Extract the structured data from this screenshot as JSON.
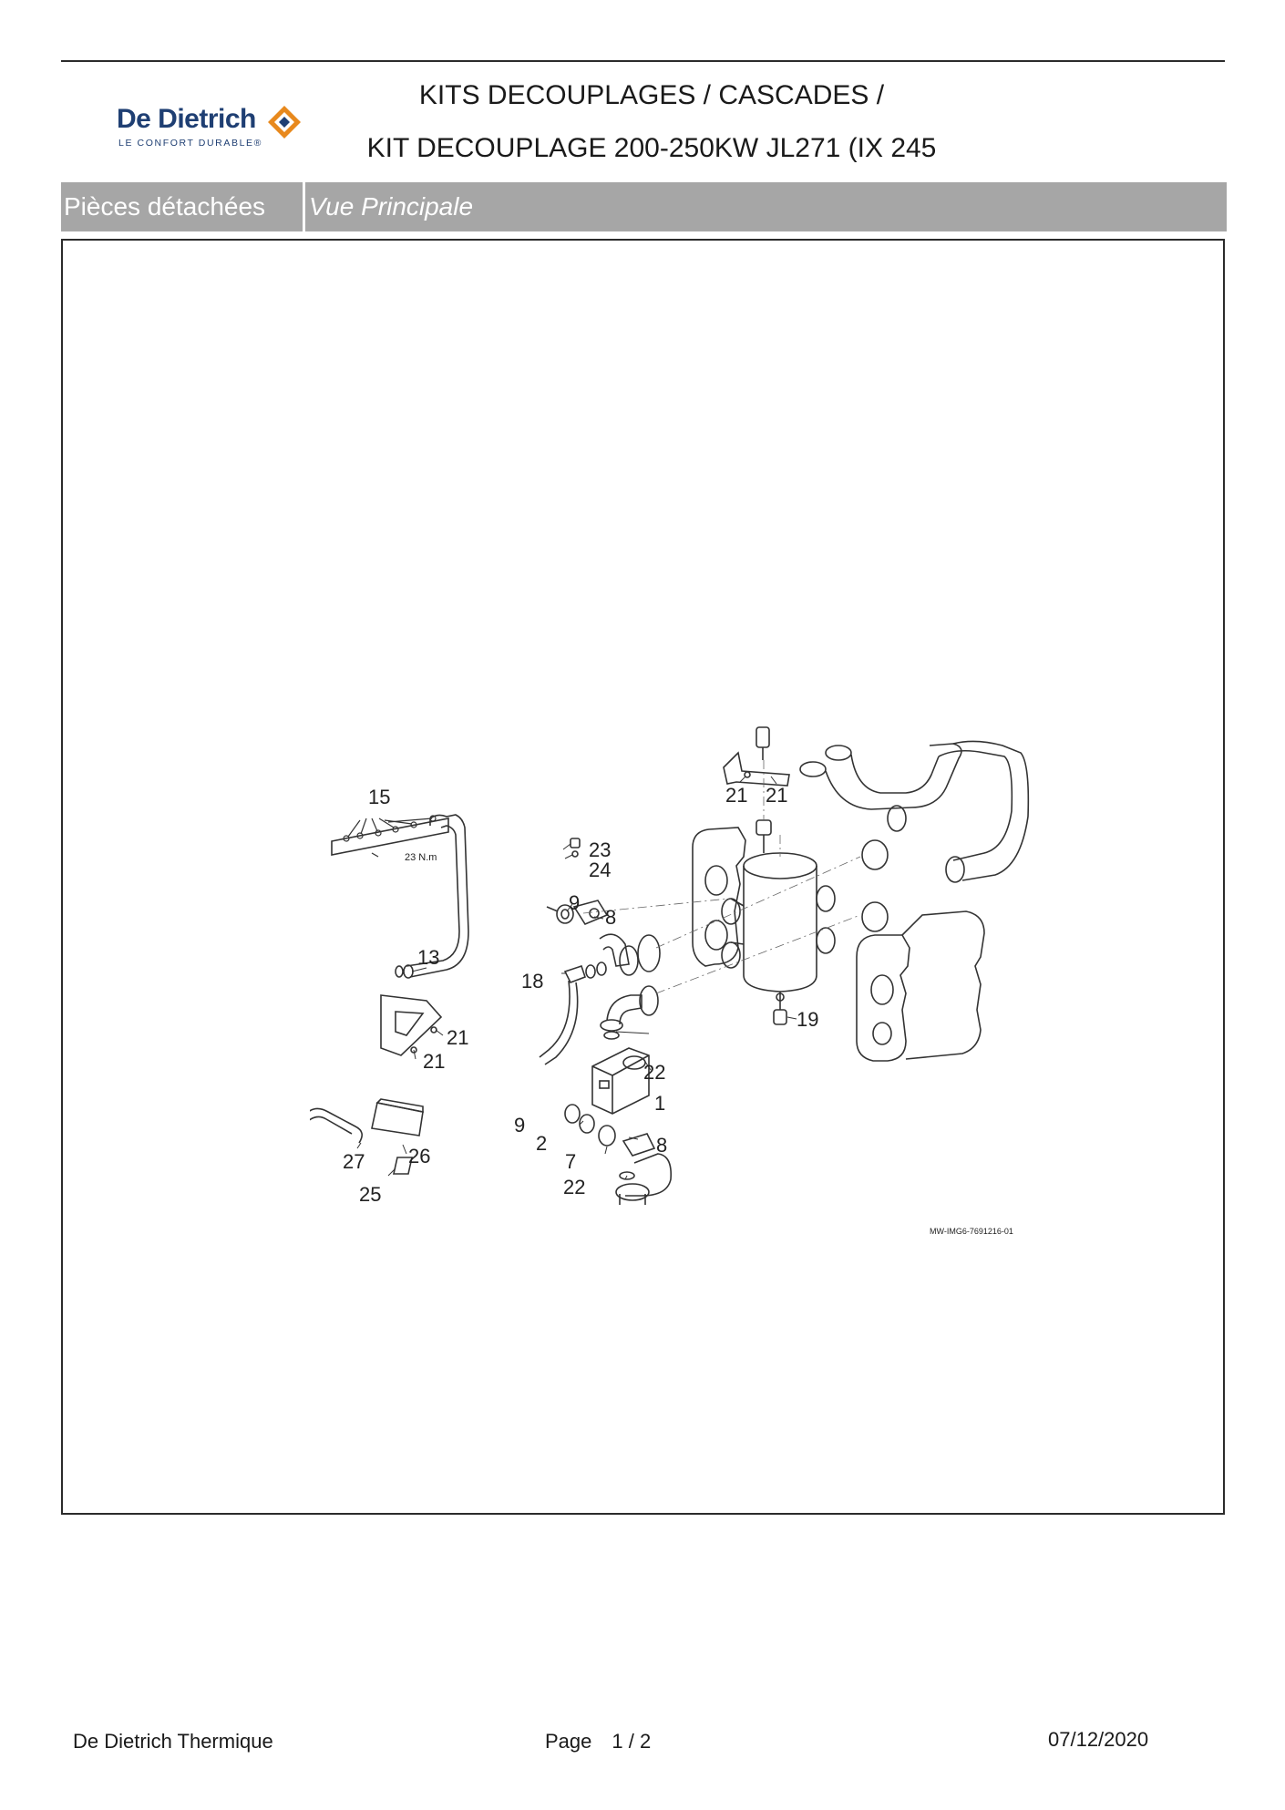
{
  "brand": {
    "name": "De Dietrich",
    "tagline": "LE CONFORT DURABLE®",
    "logo_mark": "diamond-logo-icon"
  },
  "header": {
    "title_line1": "KITS DECOUPLAGES / CASCADES /",
    "title_line2": "KIT DECOUPLAGE 200-250KW JL271 (IX 245"
  },
  "tabs": {
    "left": "Pièces détachées",
    "right": "Vue Principale"
  },
  "diagram": {
    "callouts": [
      "15",
      "21",
      "21",
      "23",
      "24",
      "9",
      "8",
      "13",
      "18",
      "19",
      "21",
      "21",
      "22",
      "1",
      "9",
      "2",
      "7",
      "8",
      "27",
      "26",
      "22",
      "25"
    ],
    "torque_label": "23 N.m",
    "reference": "MW-IMG6-7691216-01"
  },
  "footer": {
    "company": "De Dietrich Thermique",
    "page_label": "Page",
    "page_number": "1 / 2",
    "date": "07/12/2020"
  },
  "colors": {
    "brand_blue": "#1f3f73",
    "brand_orange": "#e8891d",
    "tab_gray": "#a6a6a6",
    "rule": "#2b2b2b"
  }
}
